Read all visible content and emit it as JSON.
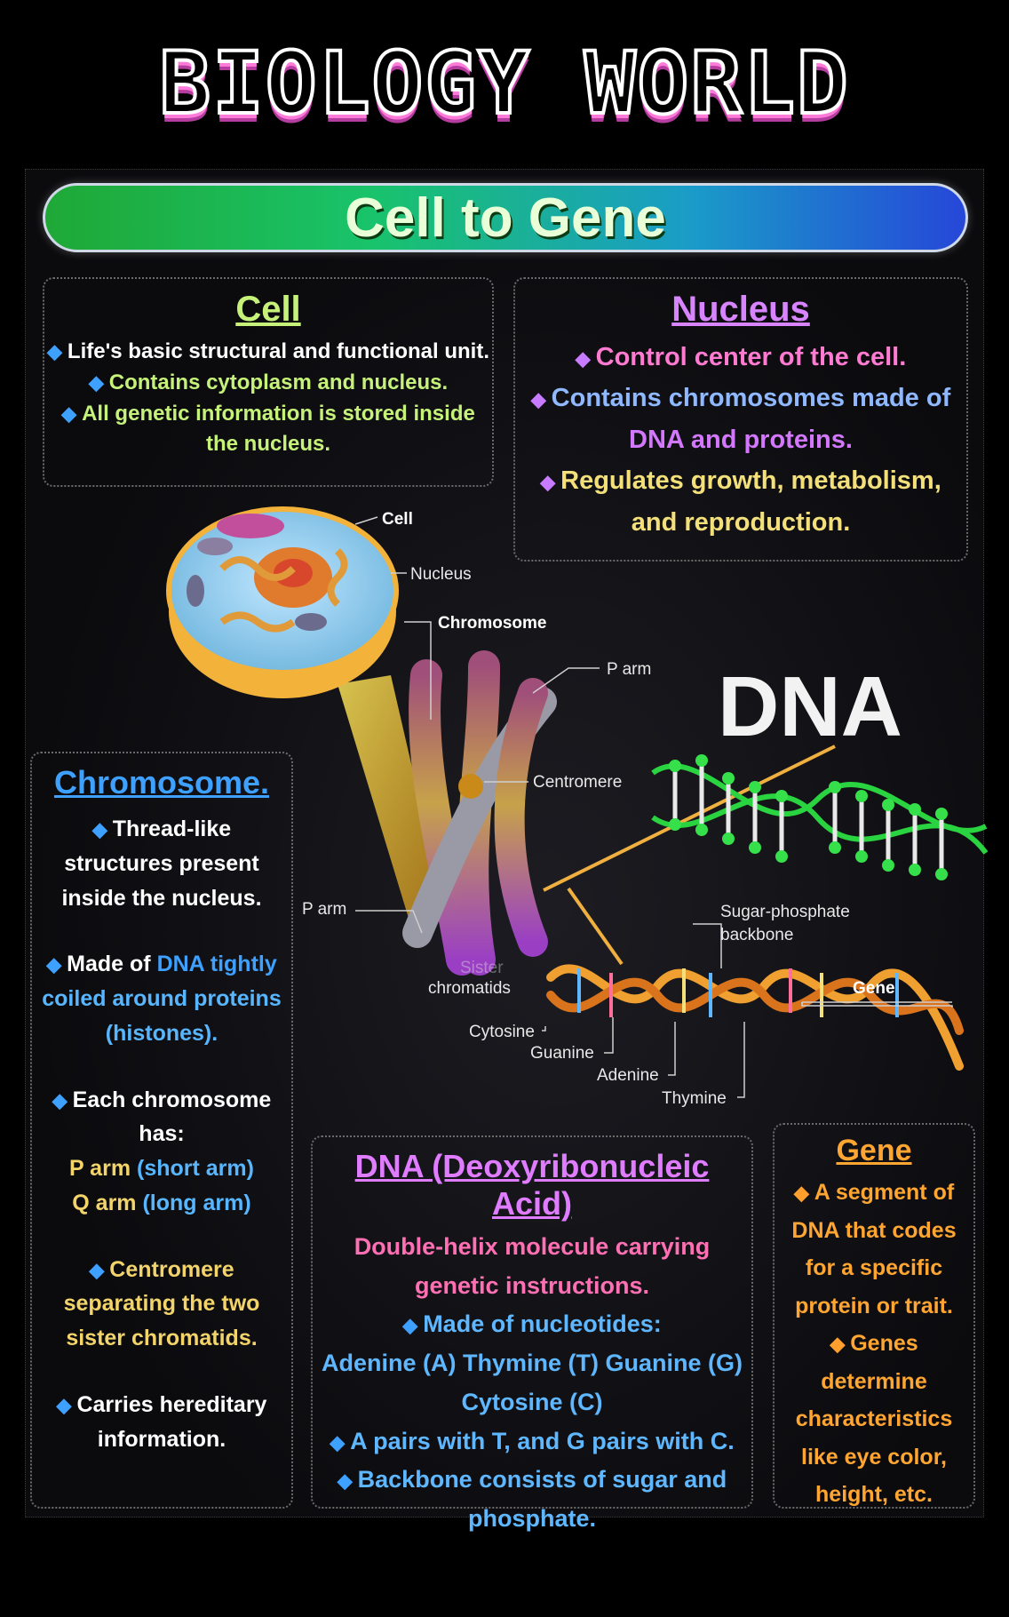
{
  "brand_title": "BIOLOGY WORLD",
  "banner_title": "Cell to Gene",
  "colors": {
    "background": "#000000",
    "banner_start": "#1fa836",
    "banner_end": "#2647d8",
    "cell_heading": "#c6f27a",
    "nucleus_heading": "#d984ff",
    "chromosome_heading": "#3ea0ff",
    "dna_heading": "#e07cff",
    "gene_heading": "#ffa531"
  },
  "cell": {
    "heading": "Cell",
    "line1": "Life's basic structural and functional unit.",
    "line2": "Contains cytoplasm and nucleus.",
    "line3a": "All genetic information is stored inside",
    "line3b": "the nucleus."
  },
  "nucleus": {
    "heading": "Nucleus",
    "line1": "Control center of the cell.",
    "line2a": "Contains chromosomes made of",
    "line2b": "DNA and proteins.",
    "line3a": "Regulates growth, metabolism,",
    "line3b": "and reproduction."
  },
  "chromosome": {
    "heading": "Chromosome.",
    "p1a": "Thread-like",
    "p1b": "structures present",
    "p1c": "inside the nucleus.",
    "p2a": "Made of ",
    "p2b": "DNA tightly",
    "p2c": "coiled around proteins",
    "p2d": "(histones).",
    "p3a": "Each chromosome",
    "p3b": "has:",
    "p3c": "P arm ",
    "p3d": "(short arm)",
    "p3e": "Q arm ",
    "p3f": "(long arm)",
    "p4a": "Centromere",
    "p4b": "separating the two",
    "p4c": "sister chromatids.",
    "p5a": "Carries hereditary",
    "p5b": "information."
  },
  "dna_box": {
    "heading": "DNA (Deoxyribonucleic Acid)",
    "l1": "Double-helix molecule carrying",
    "l2": "genetic instructions.",
    "l3": "Made of nucleotides:",
    "l4": "Adenine (A) Thymine (T) Guanine (G)",
    "l5": "Cytosine (C)",
    "l6": "A pairs with T, and G pairs with C.",
    "l7": "Backbone consists of sugar and",
    "l8": "phosphate."
  },
  "gene": {
    "heading": "Gene",
    "l1": "A segment of",
    "l2": "DNA that codes",
    "l3": "for a specific",
    "l4": "protein or trait.",
    "l5": "Genes",
    "l6": "determine",
    "l7": "characteristics",
    "l8": "like eye color,",
    "l9": "height, etc."
  },
  "illustration": {
    "dna_title": "DNA",
    "cell_label": "Cell",
    "nucleus_label": "Nucleus",
    "chromosome_label": "Chromosome",
    "p_arm_top": "P arm",
    "p_arm_left": "P arm",
    "centromere": "Centromere",
    "sister_chromatids_a": "Sister",
    "sister_chromatids_b": "chromatids",
    "sugar_a": "Sugar-phosphate",
    "sugar_b": "backbone",
    "gene_label": "Gene",
    "cytosine": "Cytosine",
    "guanine": "Guanine",
    "adenine": "Adenine",
    "thymine": "Thymine"
  }
}
